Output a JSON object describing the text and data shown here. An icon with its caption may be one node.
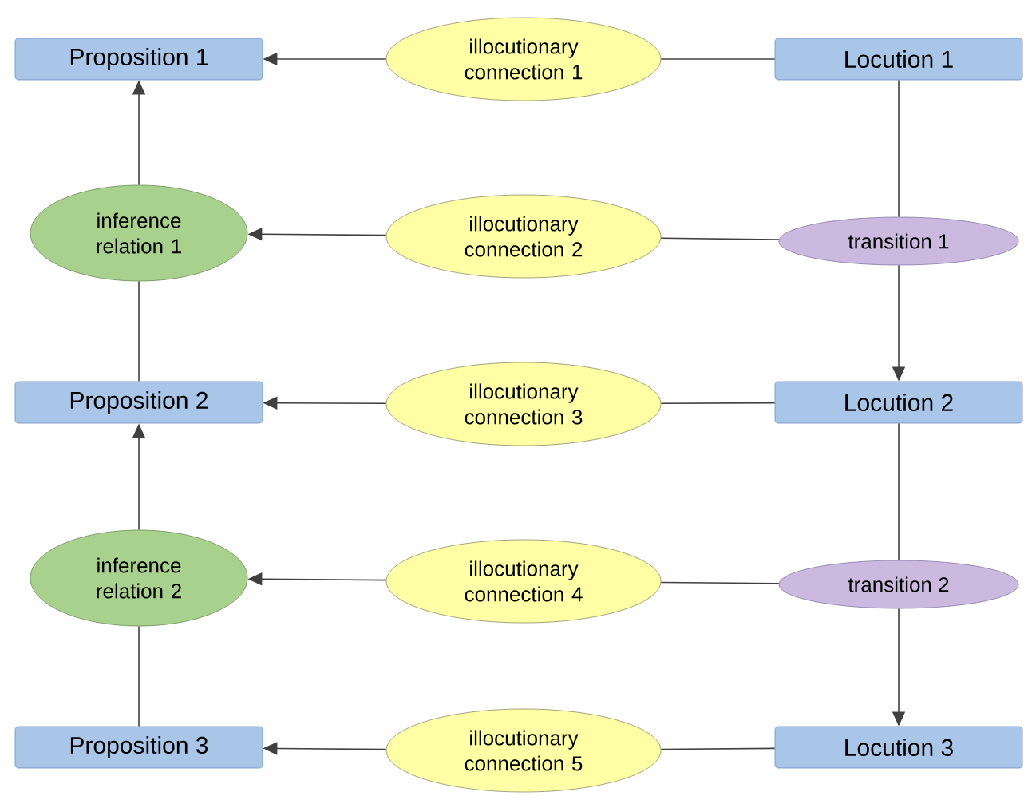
{
  "diagram": {
    "nodes": [
      {
        "text": [
          "Proposition 1"
        ]
      },
      {
        "text": [
          "illocutionary connection 1"
        ]
      },
      {
        "text": [
          "Locution 1"
        ]
      },
      {
        "text": [
          "inference relation 1"
        ]
      },
      {
        "text": [
          "illocutionary connection 2"
        ]
      },
      {
        "text": [
          "transition 1"
        ]
      },
      {
        "text": [
          "Proposition 2"
        ]
      },
      {
        "text": [
          "illocutionary connection 3"
        ]
      },
      {
        "text": [
          "Locution 2"
        ]
      },
      {
        "text": [
          "inference relation 2"
        ]
      },
      {
        "text": [
          "illocutionary connection 4"
        ]
      },
      {
        "text": [
          "transition 2"
        ]
      },
      {
        "text": [
          "Proposition 3"
        ]
      },
      {
        "text": [
          "illocutionary connection 5"
        ]
      },
      {
        "text": [
          "Locution 3"
        ]
      }
    ],
    "edges": [
      {
        "from": 2,
        "to": 1,
        "arrow": "none"
      },
      {
        "from": 1,
        "to": 0,
        "arrow": "to"
      },
      {
        "from": 2,
        "to": 5,
        "arrow": "none"
      },
      {
        "from": 5,
        "to": 8,
        "arrow": "to"
      },
      {
        "from": 5,
        "to": 4,
        "arrow": "none"
      },
      {
        "from": 4,
        "to": 3,
        "arrow": "to"
      },
      {
        "from": 6,
        "to": 3,
        "arrow": "none"
      },
      {
        "from": 3,
        "to": 0,
        "arrow": "to"
      },
      {
        "from": 8,
        "to": 7,
        "arrow": "none"
      },
      {
        "from": 7,
        "to": 6,
        "arrow": "to"
      },
      {
        "from": 8,
        "to": 11,
        "arrow": "none"
      },
      {
        "from": 11,
        "to": 14,
        "arrow": "to"
      },
      {
        "from": 11,
        "to": 10,
        "arrow": "none"
      },
      {
        "from": 10,
        "to": 9,
        "arrow": "to"
      },
      {
        "from": 12,
        "to": 9,
        "arrow": "none"
      },
      {
        "from": 9,
        "to": 6,
        "arrow": "to"
      },
      {
        "from": 14,
        "to": 13,
        "arrow": "none"
      },
      {
        "from": 13,
        "to": 12,
        "arrow": "to"
      }
    ]
  }
}
